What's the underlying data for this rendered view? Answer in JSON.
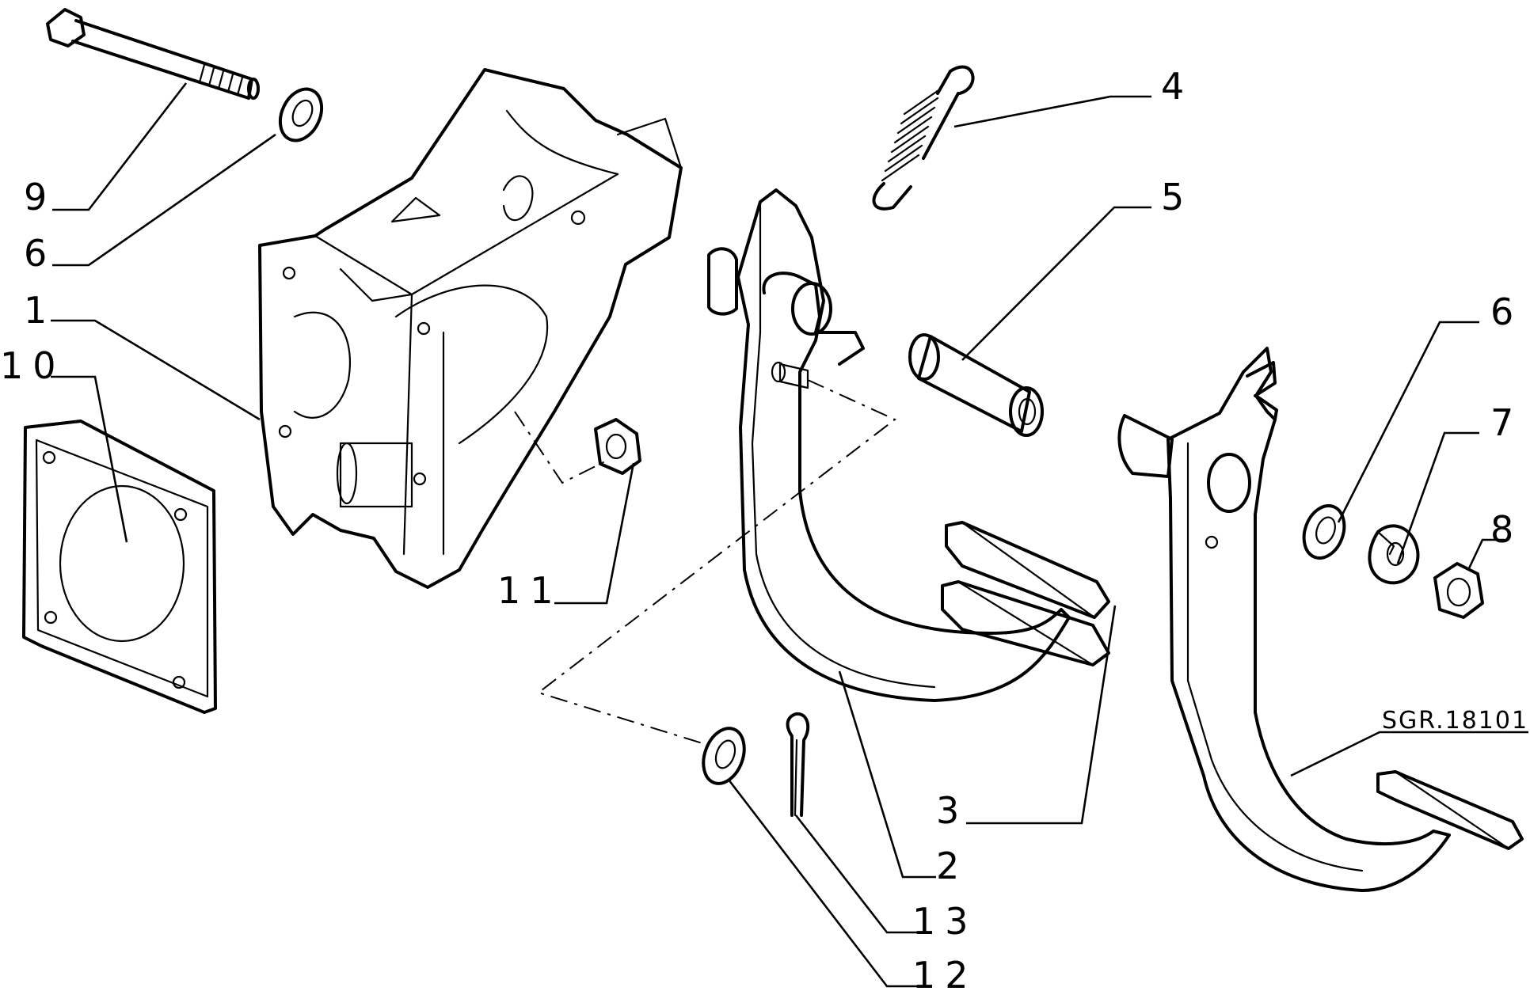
{
  "drawing_code": "SGR.18101",
  "callouts": [
    "9",
    "6",
    "1",
    "10",
    "11",
    "4",
    "5",
    "6",
    "7",
    "8",
    "3",
    "2",
    "13",
    "12"
  ],
  "parts": [
    "bolt",
    "washer",
    "pedal-bracket",
    "gasket-plate",
    "nut",
    "return-spring",
    "bushing",
    "clutch-pedal",
    "washer",
    "spring-washer",
    "nut",
    "brake-pedal",
    "washer",
    "split-pin"
  ]
}
